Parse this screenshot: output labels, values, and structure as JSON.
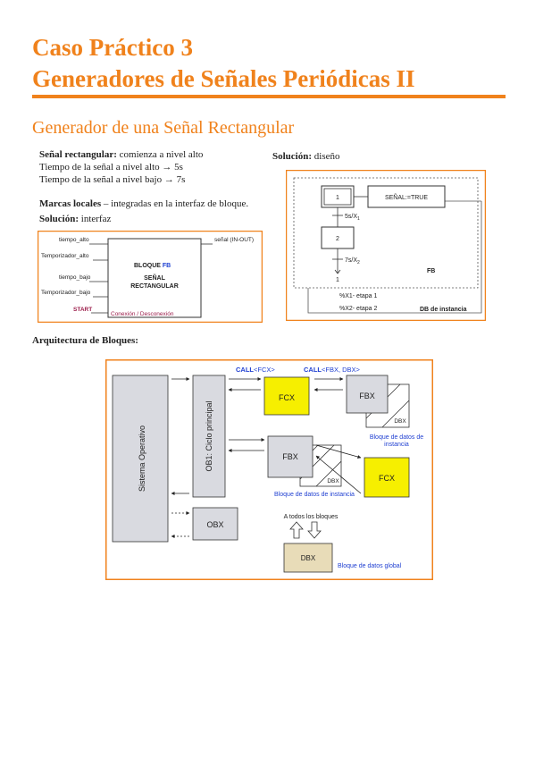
{
  "header": {
    "title_line1": "Caso Práctico 3",
    "title_line2": "Generadores de Señales Periódicas II"
  },
  "section": {
    "title": "Generador de una Señal Rectangular"
  },
  "description": {
    "line1_bold": "Señal rectangular:",
    "line1_rest": " comienza a nivel alto",
    "line2": "Tiempo de la señal a nivel alto → 5s",
    "line3": "Tiempo de la señal a nivel bajo → 7s",
    "marcas_bold": "Marcas locales",
    "marcas_rest": " – integradas en la interfaz de bloque.",
    "solucion_bold": "Solución:",
    "solucion_rest": " interfaz"
  },
  "solution_design": {
    "label_bold": "Solución:",
    "label_rest": " diseño",
    "step1": "1",
    "action": "SEÑAL:=TRUE",
    "transition1": "5s/X",
    "transition1_sub": "1",
    "step2": "2",
    "transition2": "7s/X",
    "transition2_sub": "2",
    "return_step": "1",
    "fb_label": "FB",
    "note1": "%X1- etapa 1",
    "note2": "%X2- etapa 2",
    "db_label": "DB de instancia"
  },
  "interface_diagram": {
    "inputs": [
      "tiempo_alto",
      "Temporizador_alto",
      "tiempo_bajo",
      "Temporizador_bajo",
      "START"
    ],
    "output": "señal  (IN-OUT)",
    "block_title": "BLOQUE",
    "block_title_accent": "FB",
    "block_name_line1": "SEÑAL",
    "block_name_line2": "RECTANGULAR",
    "footer": "Conexión / Desconexión",
    "colors": {
      "start": "#9b1c4a",
      "footer": "#9b1c4a",
      "accent": "#1c3fd1"
    }
  },
  "architecture": {
    "label": "Arquitectura de Bloques:",
    "call_fcx_bold": "CALL",
    "call_fcx_rest": "<FCX>",
    "call_fbx_bold": "CALL",
    "call_fbx_rest": "<FBX, DBX>",
    "os_label": "Sistema Operativo",
    "ob1_label": "OB1: Ciclo principal",
    "obx_label": "OBX",
    "fcx_top": "FCX",
    "fbx_top": "FBX",
    "dbx_top": "DBX",
    "fbx_top_caption_line1": "Bloque de datos de",
    "fbx_top_caption_line2": "instancia",
    "fbx_mid": "FBX",
    "dbx_mid": "DBX",
    "fbx_mid_caption": "Bloque de datos de instancia",
    "fcx_right": "FCX",
    "all_blocks": "A todos los bloques",
    "dbx_global": "DBX",
    "dbx_global_caption": "Bloque de datos global",
    "colors": {
      "fcx": "#f6ef00",
      "block": "#d9dae0",
      "dbx_global": "#e8dcb8",
      "caption": "#1f3fd1",
      "frame": "#f0821c"
    }
  }
}
